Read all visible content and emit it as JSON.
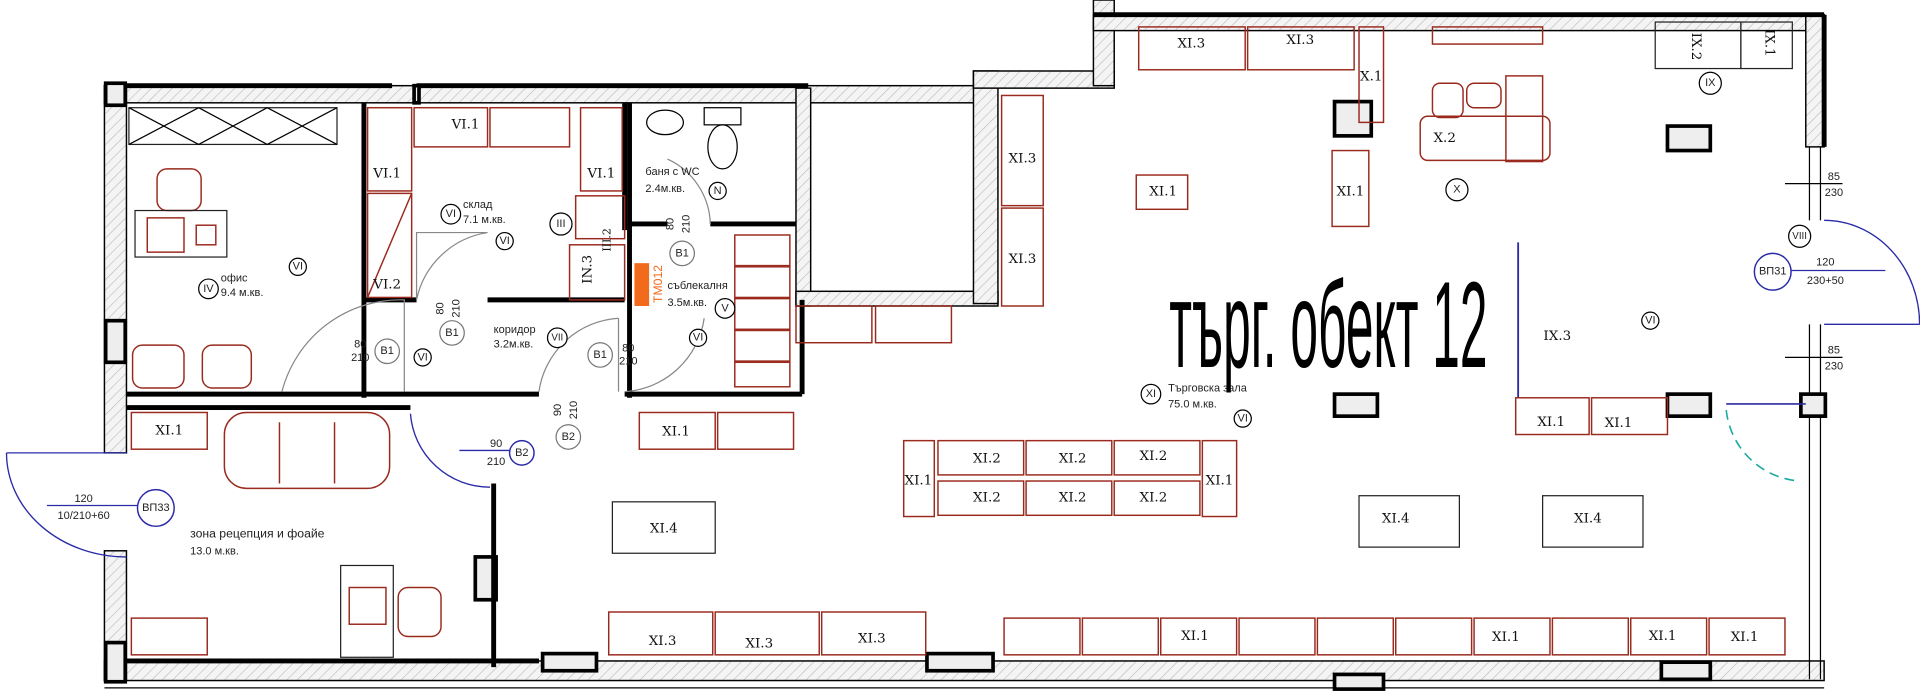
{
  "title": "търг. обект 12",
  "colors": {
    "wall": "#000000",
    "furniture": "#9b2a1e",
    "door_blue": "#2b2ba8",
    "orange": "#f26a1b",
    "cyan": "#19a9a0"
  },
  "rooms": {
    "office": {
      "name": "офис",
      "area": "9.4 м.кв.",
      "num": "IV"
    },
    "storage": {
      "name": "склад",
      "area": "7.1 м.кв.",
      "num": "VI"
    },
    "bath": {
      "name": "баня с WC",
      "area": "2.4м.кв.",
      "num": "N"
    },
    "changing": {
      "name": "съблекалня",
      "area": "3.5м.кв.",
      "num": "V"
    },
    "corridor": {
      "name": "коридор",
      "area": "3.2м.кв.",
      "num": "VII"
    },
    "sales": {
      "name": "Търговска зала",
      "area": "75.0 м.кв.",
      "num": "XI"
    },
    "reception": {
      "name": "зона рецепция и фоайе",
      "area": "13.0 м.кв."
    }
  },
  "markers": {
    "vi": "VI",
    "iii": "III",
    "ix": "IX",
    "x": "X",
    "viii": "VIII"
  },
  "labels": [
    "XI.3",
    "XI.3",
    "X.1",
    "IX.2",
    "IX.1",
    "X.2",
    "XI.3",
    "XI.3",
    "XI.1",
    "XI.1",
    "IX.3",
    "XI.1",
    "XI.1",
    "XI.1",
    "XI.2",
    "XI.2",
    "XI.2",
    "XI.2",
    "XI.2",
    "XI.2",
    "XI.1",
    "XI.4",
    "XI.4",
    "XI.4",
    "XI.3",
    "XI.3",
    "XI.3",
    "XI.1",
    "XI.1",
    "XI.1",
    "XI.1",
    "XI.1",
    "XI.1",
    "VI.1",
    "VI.1",
    "VI.1",
    "VI.2",
    "IN.3",
    "III.2"
  ],
  "equipment": {
    "boiler": "ТМ012"
  },
  "doors": {
    "b1": "B1",
    "b2": "B2",
    "b1_dim_w": "80",
    "b1_dim_h": "210",
    "b2_dim_w": "90",
    "b2_dim_h": "210",
    "vp31": "ВП31",
    "vp31_w": "120",
    "vp31_h": "230+50",
    "vp33": "ВП33",
    "vp33_w": "120",
    "vp33_h": "10/210+60",
    "win_w": "85",
    "win_h": "230"
  }
}
